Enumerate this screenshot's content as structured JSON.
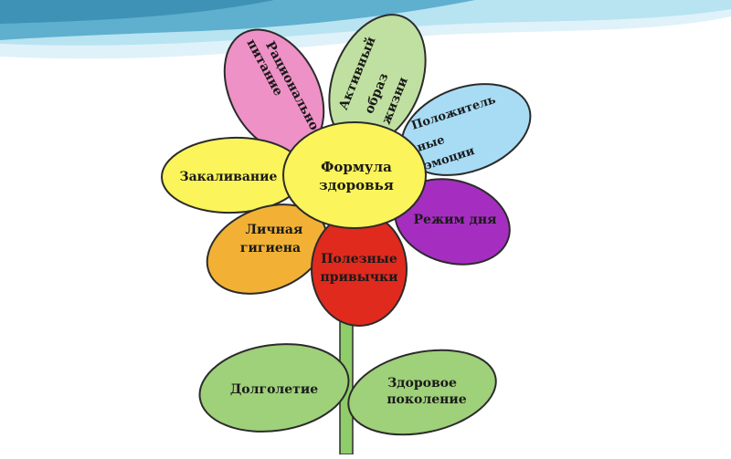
{
  "center": {
    "line1": "Формула",
    "line2": "здоровья"
  },
  "petals": {
    "rational": {
      "line1": "Рациональное",
      "line2": "питание",
      "color": "#ee91c6"
    },
    "active": {
      "line1": "Активный",
      "line2": "образ",
      "line3": "жизни",
      "color": "#bfe0a0"
    },
    "positive": {
      "line1": "Положитель",
      "line2": "ные",
      "line3": "эмоции",
      "color": "#a8dcf5"
    },
    "hardening": {
      "line1": "Закаливание",
      "color": "#fbf45a"
    },
    "regime": {
      "line1": "Режим дня",
      "color": "#a52ec0"
    },
    "hygiene": {
      "line1": "Личная",
      "line2": "гигиена",
      "color": "#f2b135"
    },
    "habits": {
      "line1": "Полезные",
      "line2": "привычки",
      "color": "#e02a1e"
    }
  },
  "leaves": {
    "left": {
      "line1": "Долголетие",
      "color": "#9fd07a"
    },
    "right": {
      "line1": "Здоровое",
      "line2": "поколение",
      "color": "#9fd07a"
    }
  },
  "colors": {
    "center": "#fbf45a",
    "stem": "#8fcc6a",
    "outline": "#2b2b2b",
    "wave_dark": "#4fa6c8",
    "wave_light": "#b8e3f1"
  }
}
